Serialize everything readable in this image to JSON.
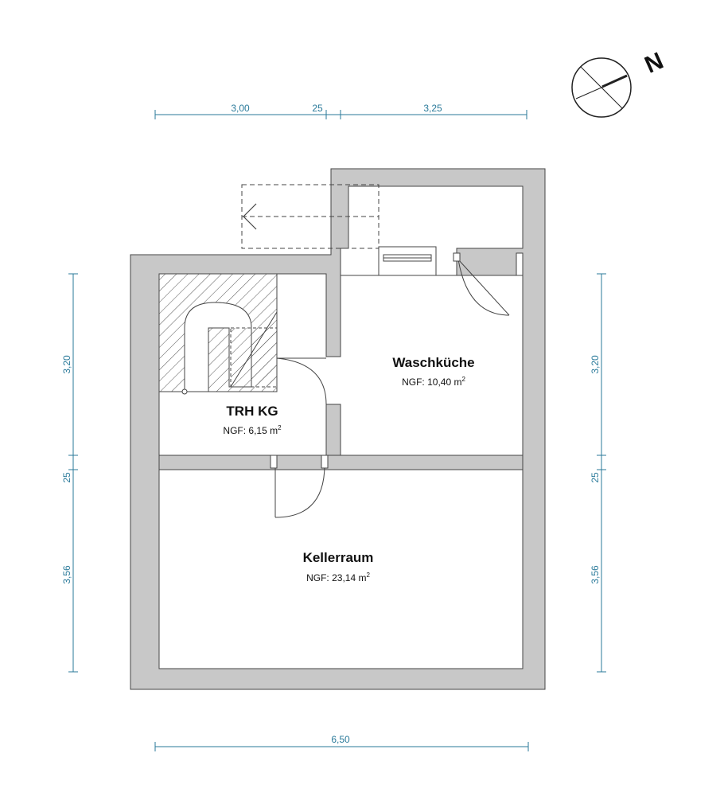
{
  "colors": {
    "wall": "#c8c8c8",
    "wall_stroke": "#333333",
    "dimension": "#2a7a9a",
    "hatch": "#555555",
    "text": "#111111"
  },
  "north": {
    "label": "N",
    "icon": "north-compass-icon"
  },
  "dimensions": {
    "top": [
      "3,00",
      "25",
      "3,25"
    ],
    "bottom": [
      "6,50"
    ],
    "left": [
      "3,20",
      "25",
      "3,56"
    ],
    "right": [
      "3,20",
      "25",
      "3,56"
    ]
  },
  "rooms": [
    {
      "name": "Waschküche",
      "area_prefix": "NGF: ",
      "area_value": "10,40 m",
      "area_sup": "2"
    },
    {
      "name": "TRH KG",
      "area_prefix": "NGF: ",
      "area_value": "6,15 m",
      "area_sup": "2"
    },
    {
      "name": "Kellerraum",
      "area_prefix": "NGF: ",
      "area_value": "23,14 m",
      "area_sup": "2"
    }
  ]
}
